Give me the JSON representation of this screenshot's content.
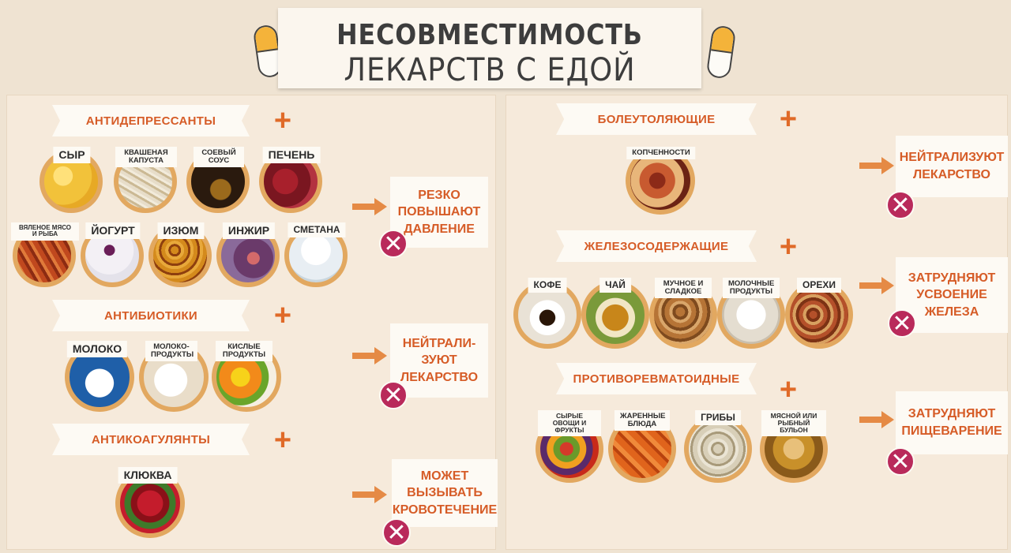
{
  "title": {
    "line1": "НЕСОВМЕСТИМОСТЬ",
    "line2": "ЛЕКАРСТВ С ЕДОЙ"
  },
  "colors": {
    "accent": "#d65c27",
    "ring": "#e2a860",
    "x_badge": "#b92a5b",
    "bg": "#efe3d2"
  },
  "icons": {
    "plus": "plus-icon",
    "arrow": "arrow-right-icon",
    "x": "cross-icon",
    "pill": "capsule-icon"
  },
  "groups": {
    "antidepressants": {
      "name": "АНТИДЕПРЕССАНТЫ",
      "foods": [
        "СЫР",
        "КВАШЕНАЯ КАПУСТА",
        "СОЕВЫЙ СОУС",
        "ПЕЧЕНЬ",
        "ВЯЛЕНОЕ МЯСО И РЫБА",
        "ЙОГУРТ",
        "ИЗЮМ",
        "ИНЖИР",
        "СМЕТАНА"
      ],
      "effect": [
        "РЕЗКО",
        "ПОВЫШАЮТ",
        "ДАВЛЕНИЕ"
      ]
    },
    "antibiotics": {
      "name": "АНТИБИОТИКИ",
      "foods": [
        "МОЛОКО",
        "МОЛОКО- ПРОДУКТЫ",
        "КИСЛЫЕ ПРОДУКТЫ"
      ],
      "effect": [
        "НЕЙТРАЛИ-",
        "ЗУЮТ",
        "ЛЕКАРСТВО"
      ]
    },
    "anticoagulants": {
      "name": "АНТИКОАГУЛЯНТЫ",
      "foods": [
        "КЛЮКВА"
      ],
      "effect": [
        "МОЖЕТ",
        "ВЫЗЫВАТЬ",
        "КРОВОТЕЧЕНИЕ"
      ]
    },
    "painkillers": {
      "name": "БОЛЕУТОЛЯЮЩИЕ",
      "foods": [
        "КОПЧЕННОСТИ"
      ],
      "effect": [
        "НЕЙТРАЛИЗУЮТ",
        "ЛЕКАРСТВО"
      ]
    },
    "iron": {
      "name": "ЖЕЛЕЗОСОДЕРЖАЩИЕ",
      "foods": [
        "КОФЕ",
        "ЧАЙ",
        "МУЧНОЕ И СЛАДКОЕ",
        "МОЛОЧНЫЕ ПРОДУКТЫ",
        "ОРЕХИ"
      ],
      "effect": [
        "ЗАТРУДНЯЮТ",
        "УСВОЕНИЕ",
        "ЖЕЛЕЗА"
      ]
    },
    "antirheumatic": {
      "name": "ПРОТИВОРЕВМАТОИДНЫЕ",
      "foods": [
        "СЫРЫЕ ОВОЩИ И ФРУКТЫ",
        "ЖАРЕННЫЕ БЛЮДА",
        "ГРИБЫ",
        "МЯСНОЙ ИЛИ РЫБНЫЙ БУЛЬОН"
      ],
      "effect": [
        "ЗАТРУДНЯЮТ",
        "ПИЩЕВАРЕНИЕ"
      ]
    }
  }
}
